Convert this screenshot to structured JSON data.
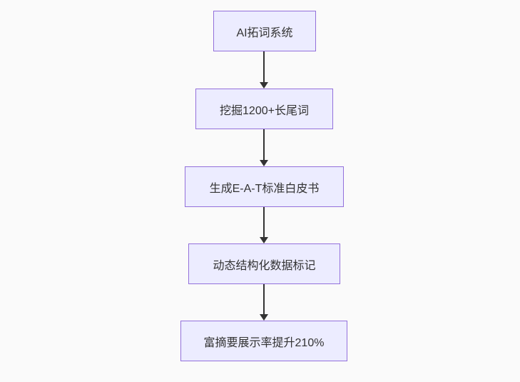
{
  "flowchart": {
    "type": "vertical-flowchart",
    "background_color": "#fafafa",
    "node_fill_color": "#ECECFF",
    "node_border_color": "#9370DB",
    "node_text_color": "#333333",
    "arrow_color": "#333333",
    "nodes": [
      {
        "id": "node-1",
        "label": "AI拓词系统"
      },
      {
        "id": "node-2",
        "label": "挖掘1200+长尾词"
      },
      {
        "id": "node-3",
        "label": "生成E-A-T标准白皮书"
      },
      {
        "id": "node-4",
        "label": "动态结构化数据标记"
      },
      {
        "id": "node-5",
        "label": "富摘要展示率提升210%"
      }
    ],
    "edges": [
      {
        "from": "node-1",
        "to": "node-2"
      },
      {
        "from": "node-2",
        "to": "node-3"
      },
      {
        "from": "node-3",
        "to": "node-4"
      },
      {
        "from": "node-4",
        "to": "node-5"
      }
    ]
  }
}
